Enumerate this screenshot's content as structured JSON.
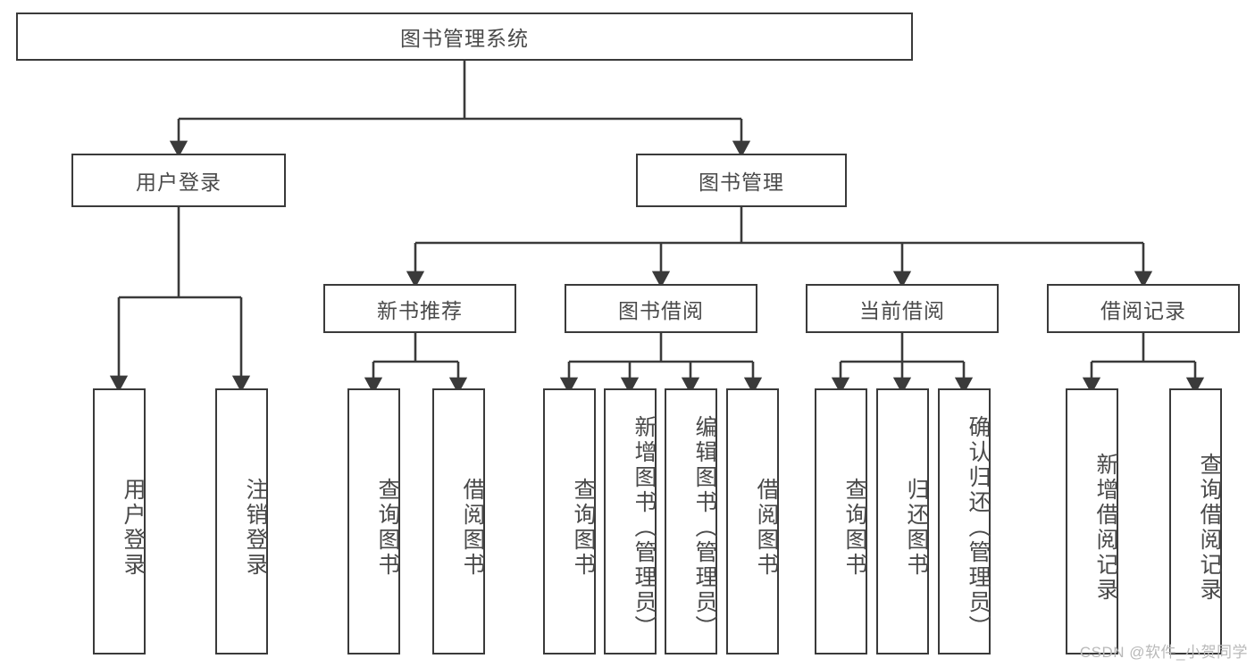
{
  "diagram": {
    "title": "图书管理系统",
    "type": "tree-hierarchy-chart",
    "root": {
      "label": "图书管理系统"
    },
    "level2": [
      {
        "label": "用户登录"
      },
      {
        "label": "图书管理"
      }
    ],
    "level3": [
      {
        "label": "新书推荐"
      },
      {
        "label": "图书借阅"
      },
      {
        "label": "当前借阅"
      },
      {
        "label": "借阅记录"
      }
    ],
    "leaves": {
      "user_login": [
        {
          "label": "用户登录"
        },
        {
          "label": "注销登录"
        }
      ],
      "new_book_recommend": [
        {
          "label": "查询图书"
        },
        {
          "label": "借阅图书"
        }
      ],
      "book_borrow": [
        {
          "label": "查询图书"
        },
        {
          "label": "新增图书（管理员）"
        },
        {
          "label": "编辑图书（管理员）"
        },
        {
          "label": "借阅图书"
        }
      ],
      "current_borrow": [
        {
          "label": "查询图书"
        },
        {
          "label": "归还图书"
        },
        {
          "label": "确认归还（管理员）"
        }
      ],
      "borrow_record": [
        {
          "label": "新增借阅记录"
        },
        {
          "label": "查询借阅记录"
        }
      ]
    }
  },
  "watermark": {
    "text": "CSDN @软件_小贺同学"
  },
  "colors": {
    "stroke": "#3a3a3a",
    "text": "#4a4a4a",
    "background": "#ffffff",
    "watermark": "#b9b9b9"
  }
}
